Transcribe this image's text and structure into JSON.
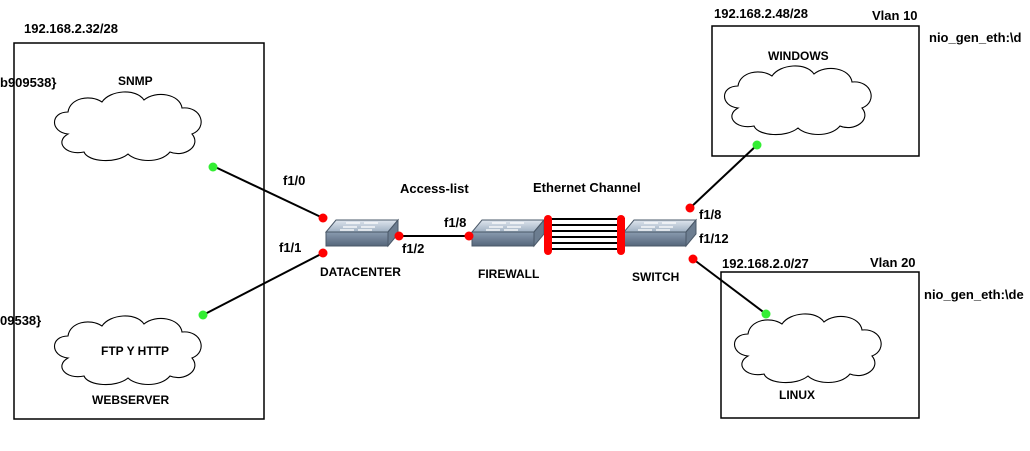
{
  "diagram": {
    "labels": {
      "net_left": "192.168.2.32/28",
      "net_top_right": "192.168.2.48/28",
      "net_bottom_right": "192.168.2.0/27",
      "vlan_top": "Vlan 10",
      "vlan_bottom": "Vlan 20",
      "nio_top": "nio_gen_eth:\\d",
      "nio_bottom": "nio_gen_eth:\\de",
      "cut_top_left": "b909538}",
      "cut_bottom_left": "09538}",
      "access_list": "Access-list",
      "ethernet_channel": "Ethernet Channel"
    },
    "nodes": {
      "snmp": "SNMP",
      "ftp": "FTP Y HTTP",
      "webserver": "WEBSERVER",
      "windows": "WINDOWS",
      "linux": "LINUX",
      "datacenter": "DATACENTER",
      "firewall": "FIREWALL",
      "switch": "SWITCH"
    },
    "ports": {
      "dc_f1_0": "f1/0",
      "dc_f1_1": "f1/1",
      "dc_f1_2": "f1/2",
      "fw_f1_8": "f1/8",
      "sw_f1_8": "f1/8",
      "sw_f1_12": "f1/12"
    },
    "colors": {
      "link_down": "#ff0000",
      "link_up": "#33ee33",
      "switch_body": "#8fa3b8"
    }
  }
}
